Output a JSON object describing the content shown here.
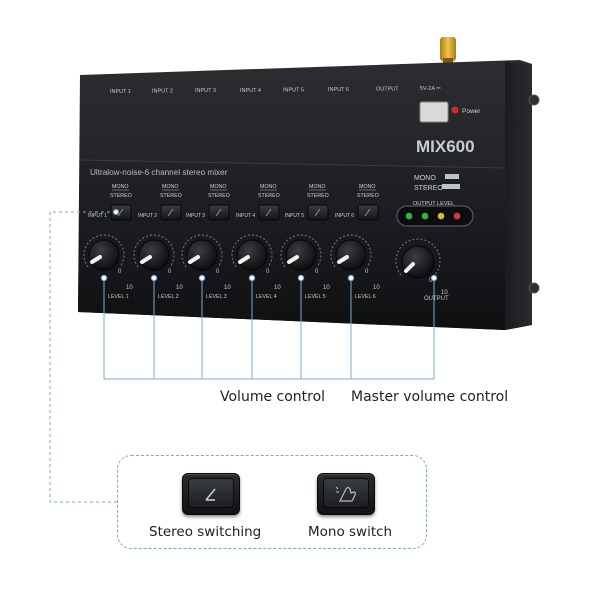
{
  "device": {
    "model": "MIX600",
    "tagline": "Ultralow-noise-6 channel stereo mixer",
    "rear_labels": [
      "INPUT 1",
      "INPUT 2",
      "INPUT 3",
      "INPUT 4",
      "INPUT 5",
      "INPUT 6",
      "OUTPUT",
      "5V-2A ⎓"
    ],
    "power_label": "Power",
    "channels": [
      {
        "mode_top": "MONO",
        "mode_bottom": "STEREO",
        "input": "INPUT 1",
        "level": "LEVEL 1"
      },
      {
        "mode_top": "MONO",
        "mode_bottom": "STEREO",
        "input": "INPUT 2",
        "level": "LEVEL 2"
      },
      {
        "mode_top": "MONO",
        "mode_bottom": "STEREO",
        "input": "INPUT 3",
        "level": "LEVEL 3"
      },
      {
        "mode_top": "MONO",
        "mode_bottom": "STEREO",
        "input": "INPUT 4",
        "level": "LEVEL 4"
      },
      {
        "mode_top": "MONO",
        "mode_bottom": "STEREO",
        "input": "INPUT 5",
        "level": "LEVEL 5"
      },
      {
        "mode_top": "MONO",
        "mode_bottom": "STEREO",
        "input": "INPUT 6",
        "level": "LEVEL 6"
      }
    ],
    "scale_min": "0",
    "scale_max": "10",
    "master": {
      "mode_top": "MONO",
      "mode_bottom": "STEREO",
      "meter_label": "OUTPUT LEVEL",
      "knob_label": "OUTPUT"
    },
    "led_colors": [
      "#3fae3f",
      "#3fae3f",
      "#d9b832",
      "#d63a2f"
    ],
    "power_led_color": "#d62a2a",
    "antenna_color": "#d4a72c"
  },
  "callouts": {
    "volume": "Volume control",
    "master_volume": "Master volume control",
    "line_color": "#7fa9c9"
  },
  "legend": {
    "stereo": "Stereo switching",
    "mono": "Mono switch"
  }
}
